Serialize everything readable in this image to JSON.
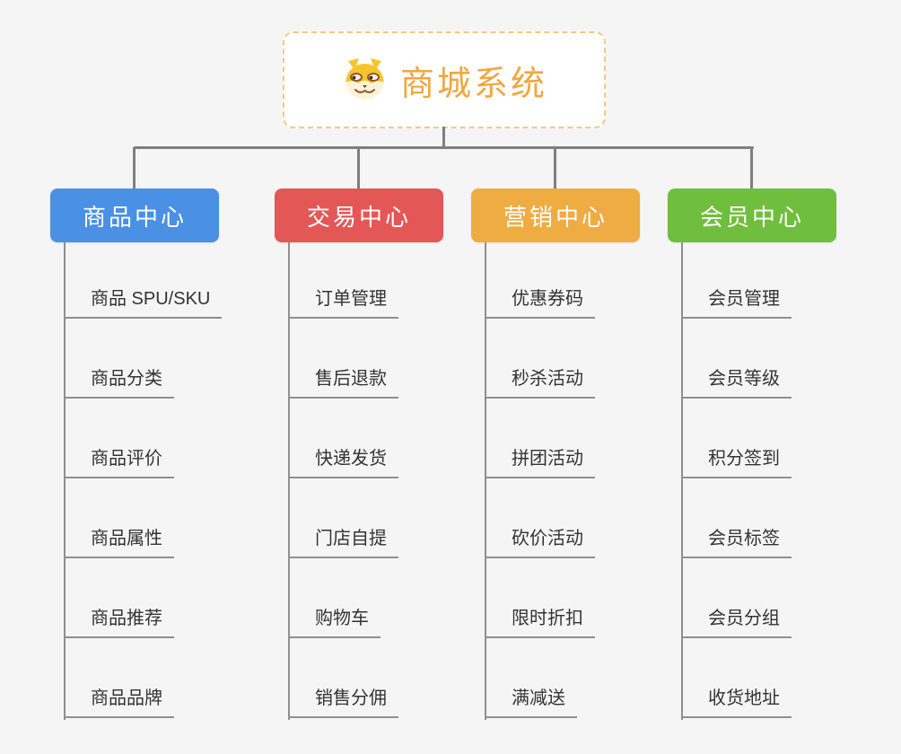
{
  "root": {
    "title": "商城系统",
    "icon": "shiba-dog-icon",
    "text_color": "#f0a73f",
    "border_color": "#f3ca80"
  },
  "connector_color": "#7f7f7f",
  "branches": [
    {
      "label": "商品中心",
      "color": "#4a90e4",
      "items": [
        "商品 SPU/SKU",
        "商品分类",
        "商品评价",
        "商品属性",
        "商品推荐",
        "商品品牌"
      ]
    },
    {
      "label": "交易中心",
      "color": "#e45757",
      "items": [
        "订单管理",
        "售后退款",
        "快递发货",
        "门店自提",
        "购物车",
        "销售分佣"
      ]
    },
    {
      "label": "营销中心",
      "color": "#eeac42",
      "items": [
        "优惠券码",
        "秒杀活动",
        "拼团活动",
        "砍价活动",
        "限时折扣",
        "满减送"
      ]
    },
    {
      "label": "会员中心",
      "color": "#70be3e",
      "items": [
        "会员管理",
        "会员等级",
        "积分签到",
        "会员标签",
        "会员分组",
        "收货地址"
      ]
    }
  ]
}
